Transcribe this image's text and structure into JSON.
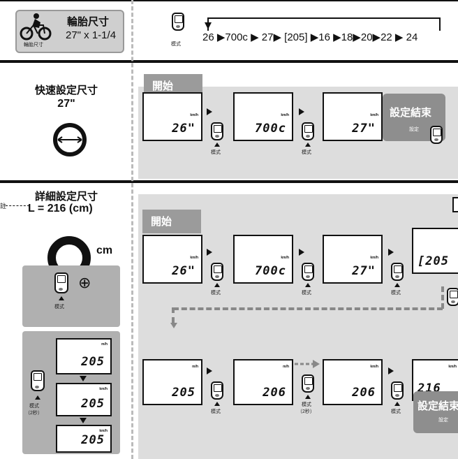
{
  "header": {
    "icon_caption": "輪胎尺寸",
    "title": "輪胎尺寸",
    "size": "27\" x 1-1/4",
    "mode_label": "模式",
    "sequence": "26 ▶700c ▶ 27▶ [205] ▶16 ▶18▶20▶22 ▶ 24"
  },
  "quick": {
    "title": "快速設定尺寸",
    "size": "27\"",
    "start": "開始",
    "unit": "km/h",
    "displays": [
      "26\"",
      "700c",
      "27\""
    ],
    "mode_label": "模式",
    "end_title": "設定結束",
    "end_sub": "設定"
  },
  "detail": {
    "title": "詳細設定尺寸",
    "length": "L = 216 (cm)",
    "cm": "cm",
    "note": "註",
    "mode_label": "模式",
    "mode_plus": "⊕",
    "hold_label": "模式\n（2秒）",
    "stack_unit_1": "m/h",
    "stack_unit_2": "km/h",
    "stack_unit_3": "km/h",
    "stack_values": [
      "205",
      "205",
      "205"
    ],
    "start": "開始",
    "unit": "km/h",
    "row1": [
      "26\"",
      "700c",
      "27\"",
      "[205"
    ],
    "row2": [
      "205",
      "206",
      "206",
      "216"
    ],
    "row2_units": [
      "m/h",
      "m/h",
      "km/h",
      "km/h"
    ],
    "hold2": "模式",
    "hold2_sub": "（2秒）",
    "end_title": "設定結束",
    "end_sub": "設定"
  }
}
